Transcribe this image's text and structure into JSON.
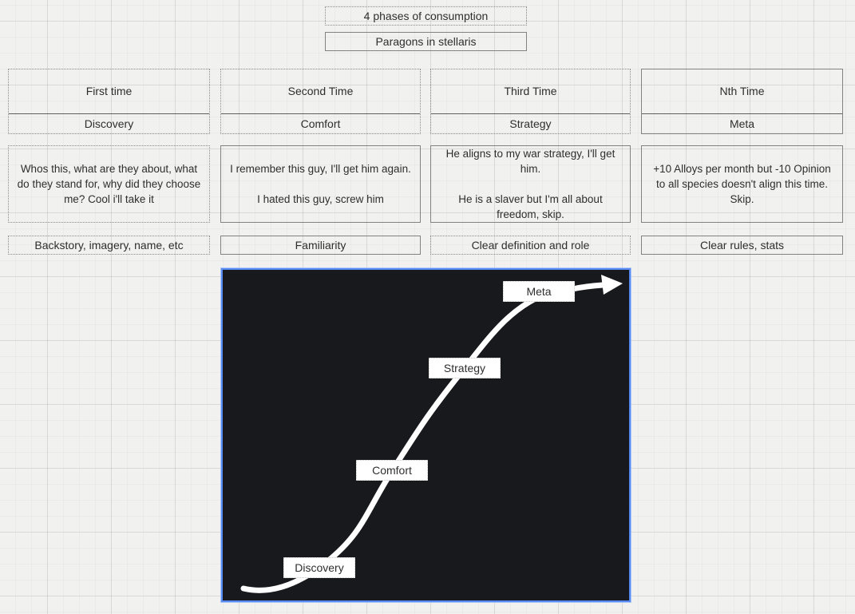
{
  "titles": [
    {
      "label": "4 phases of consumption"
    },
    {
      "label": "Paragons in stellaris"
    }
  ],
  "columns": [
    {
      "phase": "First time",
      "concept": "Discovery",
      "description": "Whos this, what are they about, what do they stand for, why did they choose me? Cool i'll take it",
      "takeaway": "Backstory, imagery, name, etc"
    },
    {
      "phase": "Second Time",
      "concept": "Comfort",
      "description": "I remember this guy, I'll get him again.\n\nI hated this guy, screw him",
      "takeaway": "Familiarity"
    },
    {
      "phase": "Third Time",
      "concept": "Strategy",
      "description": "He aligns to my war strategy, I'll get him.\n\nHe is a slaver but I'm all about freedom, skip.",
      "takeaway": "Clear definition and role"
    },
    {
      "phase": "Nth Time",
      "concept": "Meta",
      "description": "+10 Alloys per month but -10 Opinion to all species doesn't align this time. Skip.",
      "takeaway": "Clear rules, stats"
    }
  ],
  "chart_data": {
    "type": "line",
    "title": "",
    "style": "s-curve of engagement over repeated play, rising left-to-right with arrow continuing",
    "background": "#18191d",
    "stroke_color": "#ffffff",
    "selection_border_color": "#568af2",
    "point_labels": [
      "Discovery",
      "Comfort",
      "Strategy",
      "Meta"
    ],
    "legend_position": "none",
    "grid": false
  }
}
